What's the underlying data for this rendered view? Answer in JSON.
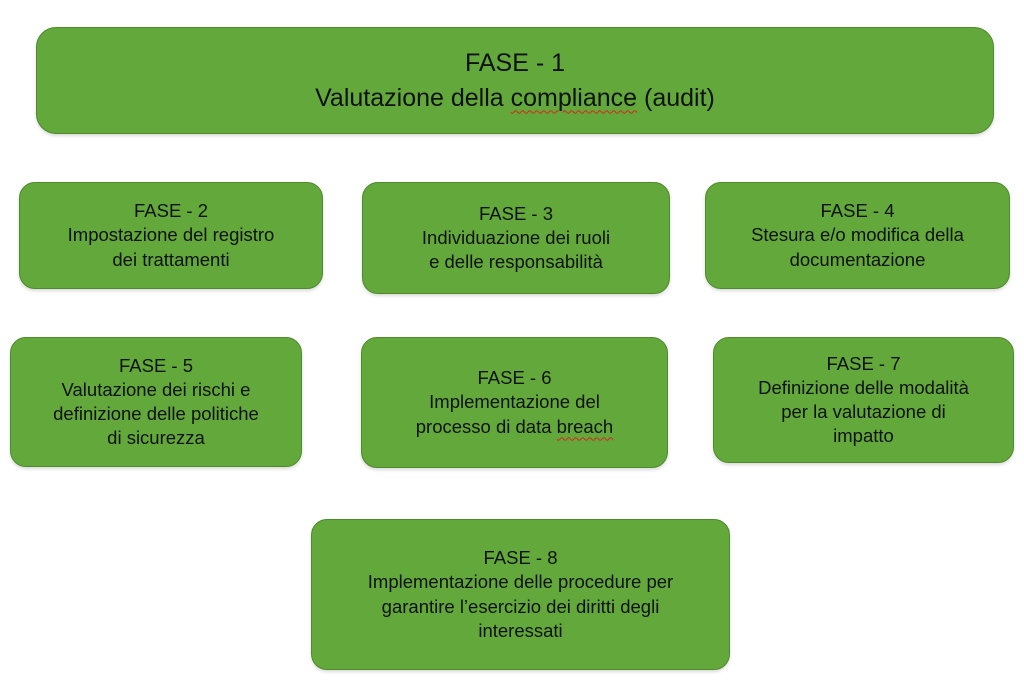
{
  "phases": [
    {
      "heading": "FASE - 1",
      "line1": "Valutazione della ",
      "line1_underlined": "compliance",
      "line1_tail": " (audit)"
    },
    {
      "heading": "FASE - 2",
      "lines": [
        "Impostazione del registro",
        "dei trattamenti"
      ]
    },
    {
      "heading": "FASE - 3",
      "lines": [
        "Individuazione dei ruoli",
        "e delle responsabilità"
      ]
    },
    {
      "heading": "FASE - 4",
      "lines": [
        "Stesura e/o modifica della",
        "documentazione"
      ]
    },
    {
      "heading": "FASE - 5",
      "lines": [
        "Valutazione dei rischi e",
        "definizione delle politiche",
        "di sicurezza"
      ]
    },
    {
      "heading": "FASE - 6",
      "lines": [
        "Implementazione del"
      ],
      "line2_head": "processo di data ",
      "line2_underlined": "breach"
    },
    {
      "heading": "FASE - 7",
      "lines": [
        "Definizione delle modalità",
        "per la valutazione di",
        "impatto"
      ]
    },
    {
      "heading": "FASE - 8",
      "lines": [
        "Implementazione delle procedure per",
        "garantire l’esercizio dei diritti degli",
        "interessati"
      ]
    }
  ],
  "colors": {
    "box_fill": "#62a83a",
    "box_border": "#4f8a2d",
    "text": "#111111"
  }
}
